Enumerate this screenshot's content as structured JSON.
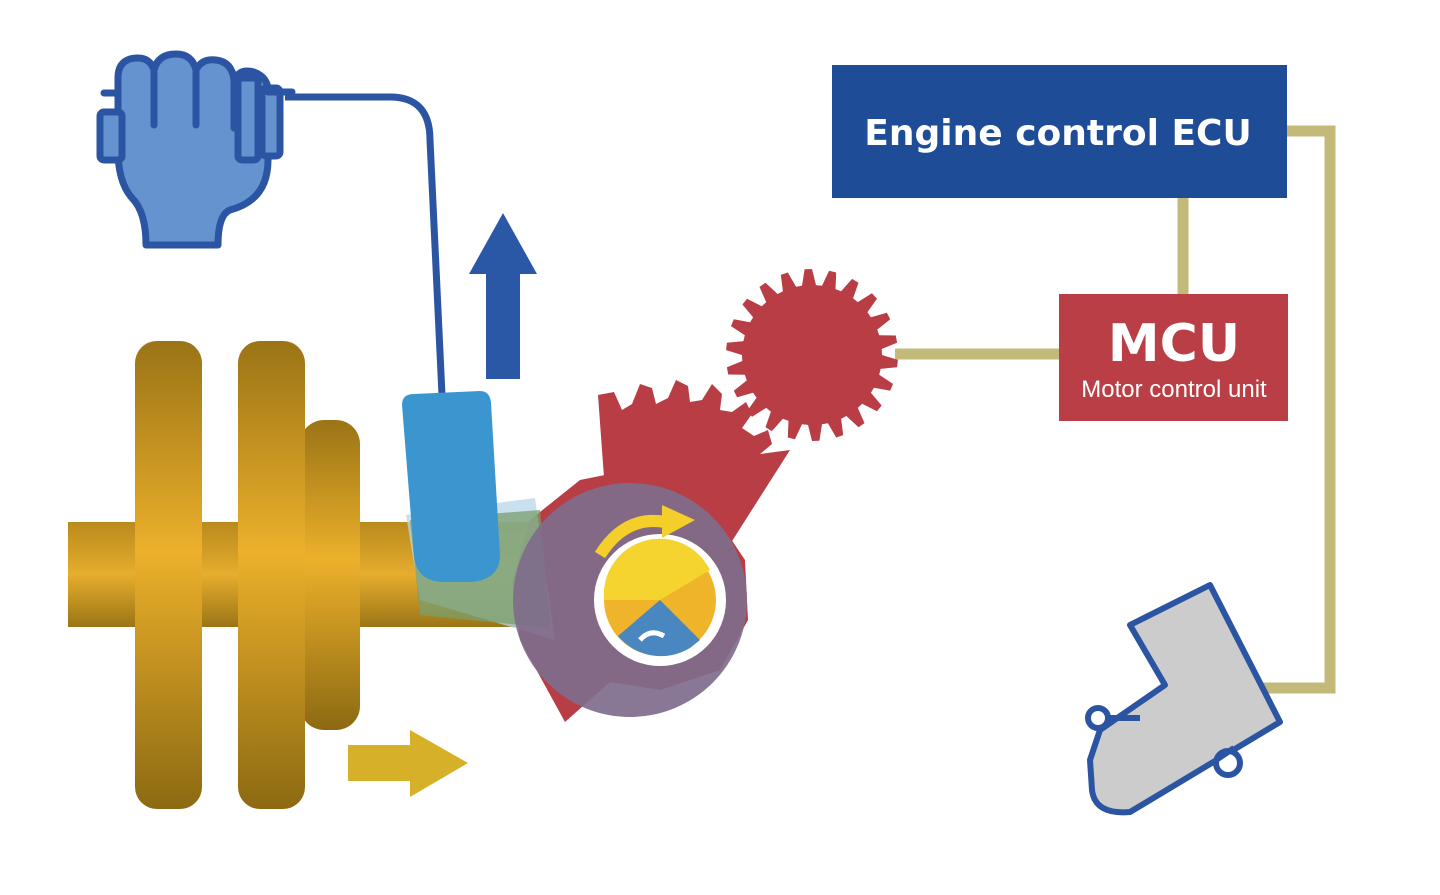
{
  "ecu": {
    "label": "Engine control ECU"
  },
  "mcu": {
    "title": "MCU",
    "subtitle": "Motor control unit"
  },
  "colors": {
    "ecu_fill": "#1f4c96",
    "mcu_fill": "#b93e45",
    "gear_red": "#b83d45",
    "wire": "#c3b978",
    "cable_blue": "#2b55a3",
    "shaft_gold": "#d9a52c",
    "arrow_up": "#2b58a6",
    "arrow_right": "#d6b028",
    "arrow_yellow": "#f4cf2a",
    "pedal_gray": "#cccccc"
  },
  "icons": [
    "hand-lever-icon",
    "foot-pedal-icon",
    "small-gear-icon",
    "sector-gear-icon",
    "clutch-disc-icon"
  ]
}
